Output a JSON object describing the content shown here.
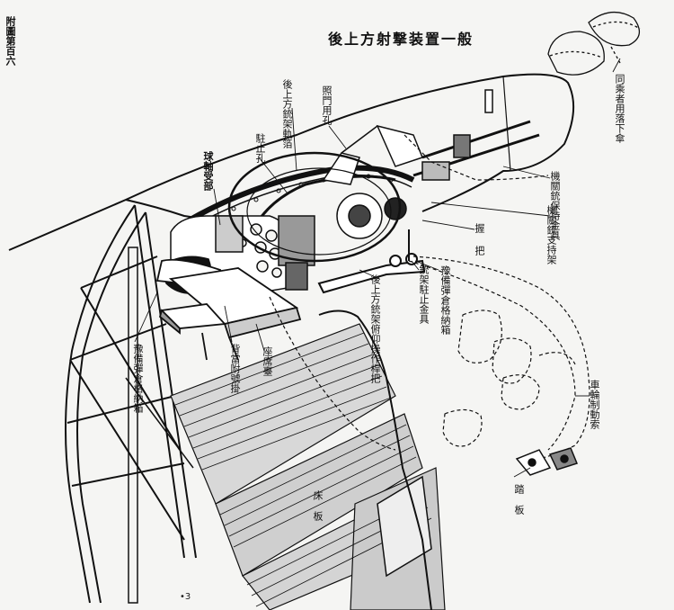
{
  "figure": {
    "title": "後上方射撃装置一般",
    "page_label": "附圖第百六"
  },
  "labels": {
    "crew_parachute": "同乘者用落下傘",
    "gun_holder": "機關銃保持金具",
    "gun_support_frame": "機關銃支持架",
    "grip": "握把",
    "spare_magazine_right": "豫備彈倉格納箱",
    "mount_stop_fitting": "銃架駐止金具",
    "elevation_lever": "後上方銃架俯仰操作桿把",
    "rear_mount_rail": "後上方銃架軌箔",
    "stop_hole": "駐止孔",
    "sight_socket": "照門用孔",
    "ball_bearing": "球軸受部",
    "spare_magazine_left": "豫備彈倉格納箱",
    "seat_fitting": "背當附號掛",
    "seat": "座席臺",
    "wheel_brake": "車輪制動索",
    "pedal": "踏板",
    "floor": "床板"
  }
}
